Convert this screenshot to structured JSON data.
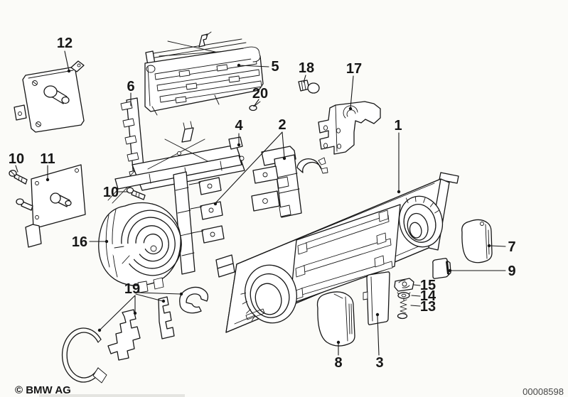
{
  "canvas": {
    "background": "#fbfbf8",
    "ink": "#161616",
    "doc_number_color": "#474747",
    "description": "BMW exploded parts diagram - heater control unit"
  },
  "callouts": [
    {
      "label": "12"
    },
    {
      "label": "5"
    },
    {
      "label": "6"
    },
    {
      "label": "18"
    },
    {
      "label": "20"
    },
    {
      "label": "17"
    },
    {
      "label": "4"
    },
    {
      "label": "2"
    },
    {
      "label": "1"
    },
    {
      "label": "10"
    },
    {
      "label": "11"
    },
    {
      "label": "10"
    },
    {
      "label": "16"
    },
    {
      "label": "7"
    },
    {
      "label": "9"
    },
    {
      "label": "15"
    },
    {
      "label": "14"
    },
    {
      "label": "13"
    },
    {
      "label": "19"
    },
    {
      "label": "8"
    },
    {
      "label": "3"
    }
  ],
  "footer": {
    "copyright": "© BMW AG",
    "doc_number": "00008598"
  }
}
